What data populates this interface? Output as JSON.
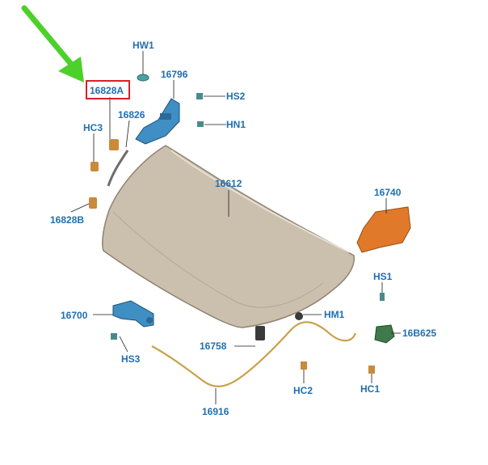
{
  "colors": {
    "label_blue": "#1f6fb2",
    "arrow_green": "#4cd12a",
    "highlight_red": "#d9202a",
    "hood_fill": "#cbbfae",
    "hood_edge": "#8f8373",
    "blue_part": "#3f8fc4",
    "orange_part": "#e07a2a",
    "cable_gold": "#c8a24a",
    "dark_part": "#3a3a3a",
    "green_part": "#3f7a4a",
    "tan_part": "#c98a3a"
  },
  "parts": {
    "hw1": "HW1",
    "p16828a": "16828A",
    "p16796": "16796",
    "hs2": "HS2",
    "hc3": "HC3",
    "p16826": "16826",
    "hn1": "HN1",
    "p16612": "16612",
    "p16740": "16740",
    "p16828b": "16828B",
    "hs1": "HS1",
    "p16700": "16700",
    "hm1": "HM1",
    "p16b625": "16B625",
    "hs3": "HS3",
    "p16758": "16758",
    "hc2": "HC2",
    "hc1": "HC1",
    "p16916": "16916"
  },
  "highlighted_part": "16828A"
}
